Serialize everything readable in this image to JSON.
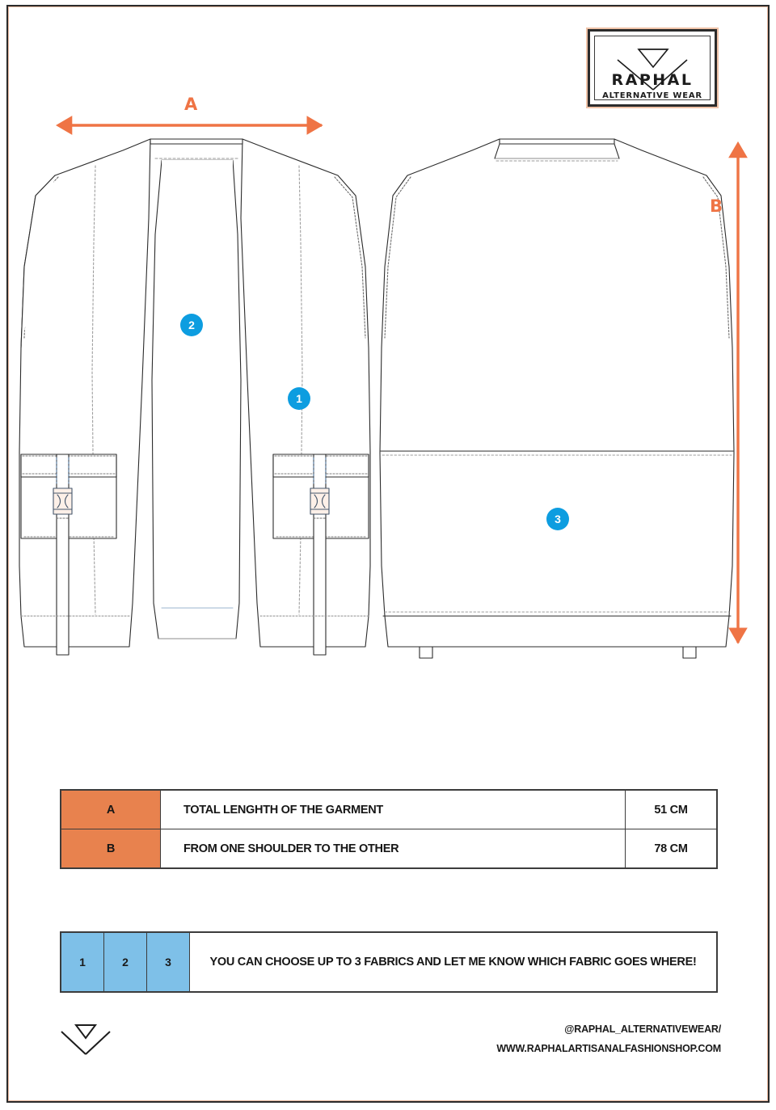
{
  "brand": {
    "logo_name": "RAPHAL",
    "logo_tagline": "ALTERNATIVE WEAR",
    "logo_mark": "crossed-x-bowtie-mark"
  },
  "dimensions": {
    "a_label": "A",
    "b_label": "B",
    "a_arrow_icon": "horizontal-double-arrow-icon",
    "b_arrow_icon": "vertical-double-arrow-icon",
    "accent_color": "#ef7445"
  },
  "garment": {
    "front_view_name": "vest-front-technical-flat",
    "back_view_name": "vest-back-technical-flat",
    "line_color": "#2b2b2b"
  },
  "callouts": {
    "marker_color": "#0d9de0",
    "items": [
      {
        "number": "1",
        "zone": "front-body-panel"
      },
      {
        "number": "2",
        "zone": "front-placket-panel"
      },
      {
        "number": "3",
        "zone": "back-lower-panel"
      }
    ]
  },
  "measurements": {
    "header_color": "#e8824e",
    "rows": [
      {
        "key": "A",
        "description": "TOTAL LENGHTH OF THE GARMENT",
        "value": "51 CM"
      },
      {
        "key": "B",
        "description": "FROM ONE SHOULDER TO THE OTHER",
        "value": "78 CM"
      }
    ]
  },
  "fabric_note": {
    "swatch_color": "#7ec0e8",
    "numbers": [
      "1",
      "2",
      "3"
    ],
    "text": "YOU CAN CHOOSE UP TO 3 FABRICS AND LET ME KNOW WHICH FABRIC GOES WHERE!"
  },
  "footer": {
    "mark": "crossed-x-bowtie-mark",
    "instagram": "@RAPHAL_ALTERNATIVEWEAR/",
    "website": "WWW.RAPHALARTISANALFASHIONSHOP.COM"
  }
}
